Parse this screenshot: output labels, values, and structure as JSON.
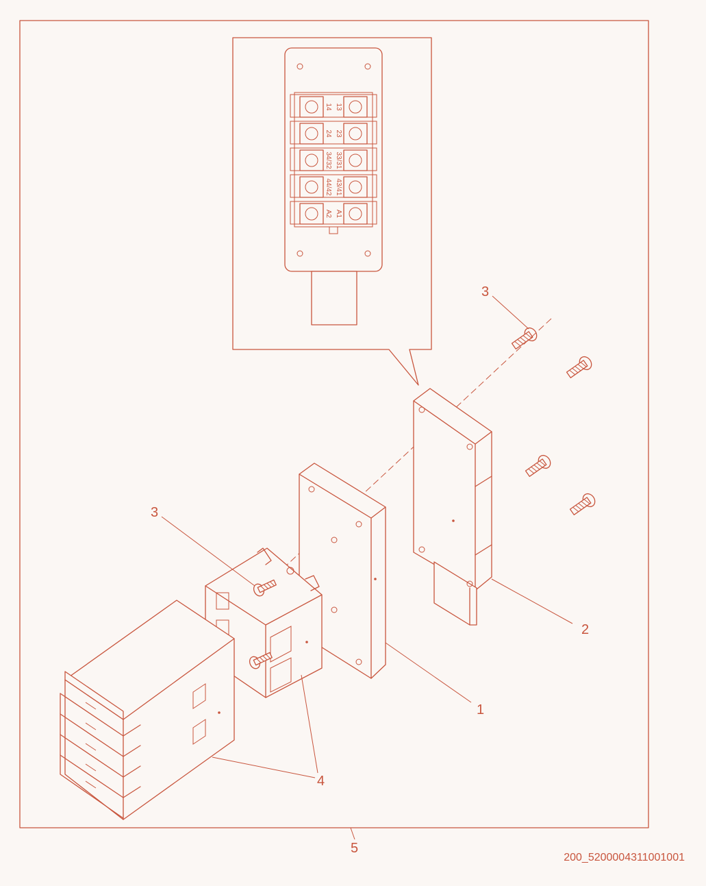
{
  "callouts": {
    "part1": "1",
    "part2": "2",
    "part3_top": "3",
    "part3_left": "3",
    "part4": "4",
    "part5": "5"
  },
  "terminal_labels": {
    "right_col": [
      "13",
      "23",
      "33/31",
      "43/41",
      "A1"
    ],
    "left_col": [
      "14",
      "24",
      "34/32",
      "44/42",
      "A2"
    ]
  },
  "reference_number": "200_5200004311001001",
  "colors": {
    "line": "#c8553d",
    "background": "#fbf7f4"
  }
}
